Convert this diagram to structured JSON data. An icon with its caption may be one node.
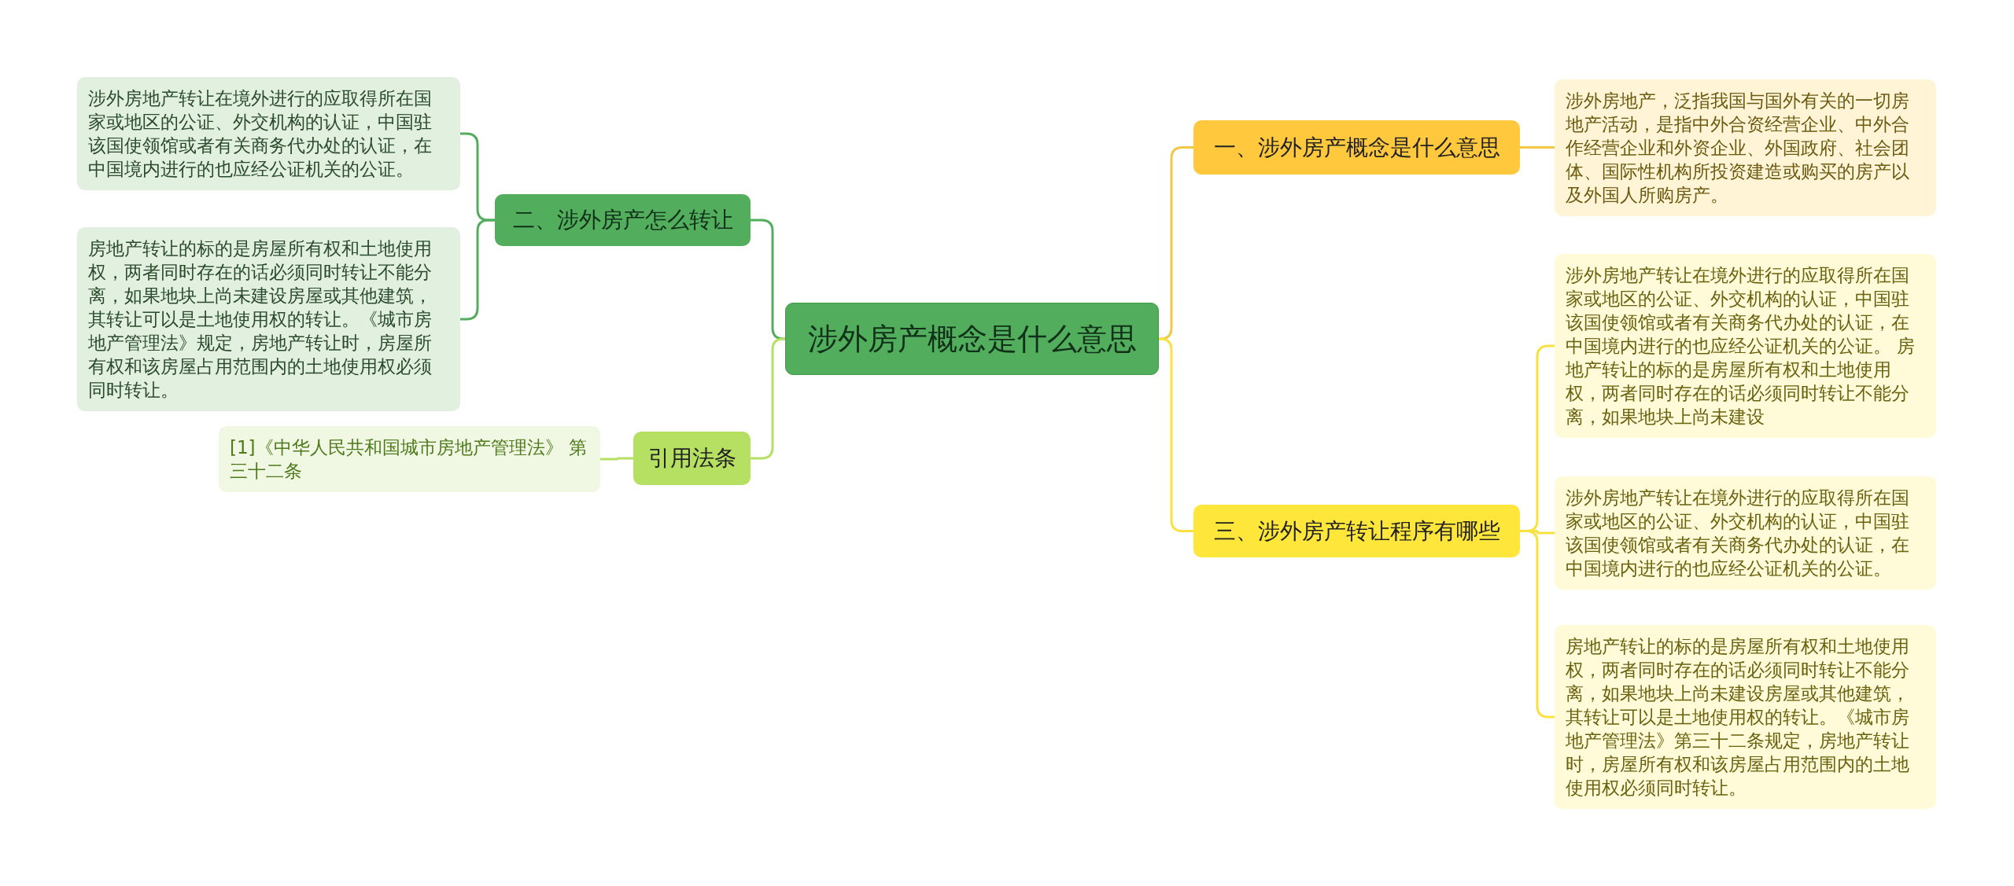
{
  "diagram": {
    "nodes": [
      {
        "text": [
          "涉外房产概念是什么意思"
        ]
      },
      {
        "text": [
          "一、涉外房产概念是什么意思"
        ]
      },
      {
        "text": [
          "涉外房地产，泛指我国与国外有关的一切房地产活动，是指中外合资经营企业、中外合作经营企业和外资企业、外国政府、社会团体、国际性机构所投资建造或购买的房产以及外国人所购房产。"
        ]
      },
      {
        "text": [
          "二、涉外房产怎么转让"
        ]
      },
      {
        "text": [
          "涉外房地产转让在境外进行的应取得所在国家或地区的公证、外交机构的认证，中国驻该国使领馆或者有关商务代办处的认证，在中国境内进行的也应经公证机关的公证。"
        ]
      },
      {
        "text": [
          "房地产转让的标的是房屋所有权和土地使用权，两者同时存在的话必须同时转让不能分离，如果地块上尚未建设房屋或其他建筑，其转让可以是土地使用权的转让。《城市房地产管理法》规定，房地产转让时，房屋所有权和该房屋占用范围内的土地使用权必须同时转让。"
        ]
      },
      {
        "text": [
          "三、涉外房产转让程序有哪些"
        ]
      },
      {
        "text": [
          "涉外房地产转让在境外进行的应取得所在国家或地区的公证、外交机构的认证，中国驻该国使领馆或者有关商务代办处的认证，在中国境内进行的也应经公证机关的公证。 房地产转让的标的是房屋所有权和土地使用权，两者同时存在的话必须同时转让不能分离，如果地块上尚未建设"
        ]
      },
      {
        "text": [
          "涉外房地产转让在境外进行的应取得所在国家或地区的公证、外交机构的认证，中国驻该国使领馆或者有关商务代办处的认证，在中国境内进行的也应经公证机关的公证。"
        ]
      },
      {
        "text": [
          "房地产转让的标的是房屋所有权和土地使用权，两者同时存在的话必须同时转让不能分离，如果地块上尚未建设房屋或其他建筑，其转让可以是土地使用权的转让。《城市房地产管理法》第三十二条规定，房地产转让时，房屋所有权和该房屋占用范围内的土地使用权必须同时转让。"
        ]
      },
      {
        "text": [
          "引用法条"
        ]
      },
      {
        "text": [
          "[1]《中华人民共和国城市房地产管理法》 第三十二条"
        ]
      }
    ],
    "edges": [
      {
        "from": 0,
        "to": 1,
        "arrow": "none",
        "color": "#f2c744"
      },
      {
        "from": 1,
        "to": 2,
        "arrow": "none",
        "color": "#f2c744"
      },
      {
        "from": 0,
        "to": 3,
        "arrow": "none",
        "color": "#52ad5c"
      },
      {
        "from": 3,
        "to": 4,
        "arrow": "none",
        "color": "#52ad5c"
      },
      {
        "from": 3,
        "to": 5,
        "arrow": "none",
        "color": "#52ad5c"
      },
      {
        "from": 0,
        "to": 6,
        "arrow": "none",
        "color": "#f7e241"
      },
      {
        "from": 6,
        "to": 7,
        "arrow": "none",
        "color": "#f7e241"
      },
      {
        "from": 6,
        "to": 8,
        "arrow": "none",
        "color": "#f7e241"
      },
      {
        "from": 6,
        "to": 9,
        "arrow": "none",
        "color": "#f7e241"
      },
      {
        "from": 0,
        "to": 10,
        "arrow": "none",
        "color": "#b5e061"
      },
      {
        "from": 10,
        "to": 11,
        "arrow": "none",
        "color": "#b5e061"
      }
    ]
  }
}
